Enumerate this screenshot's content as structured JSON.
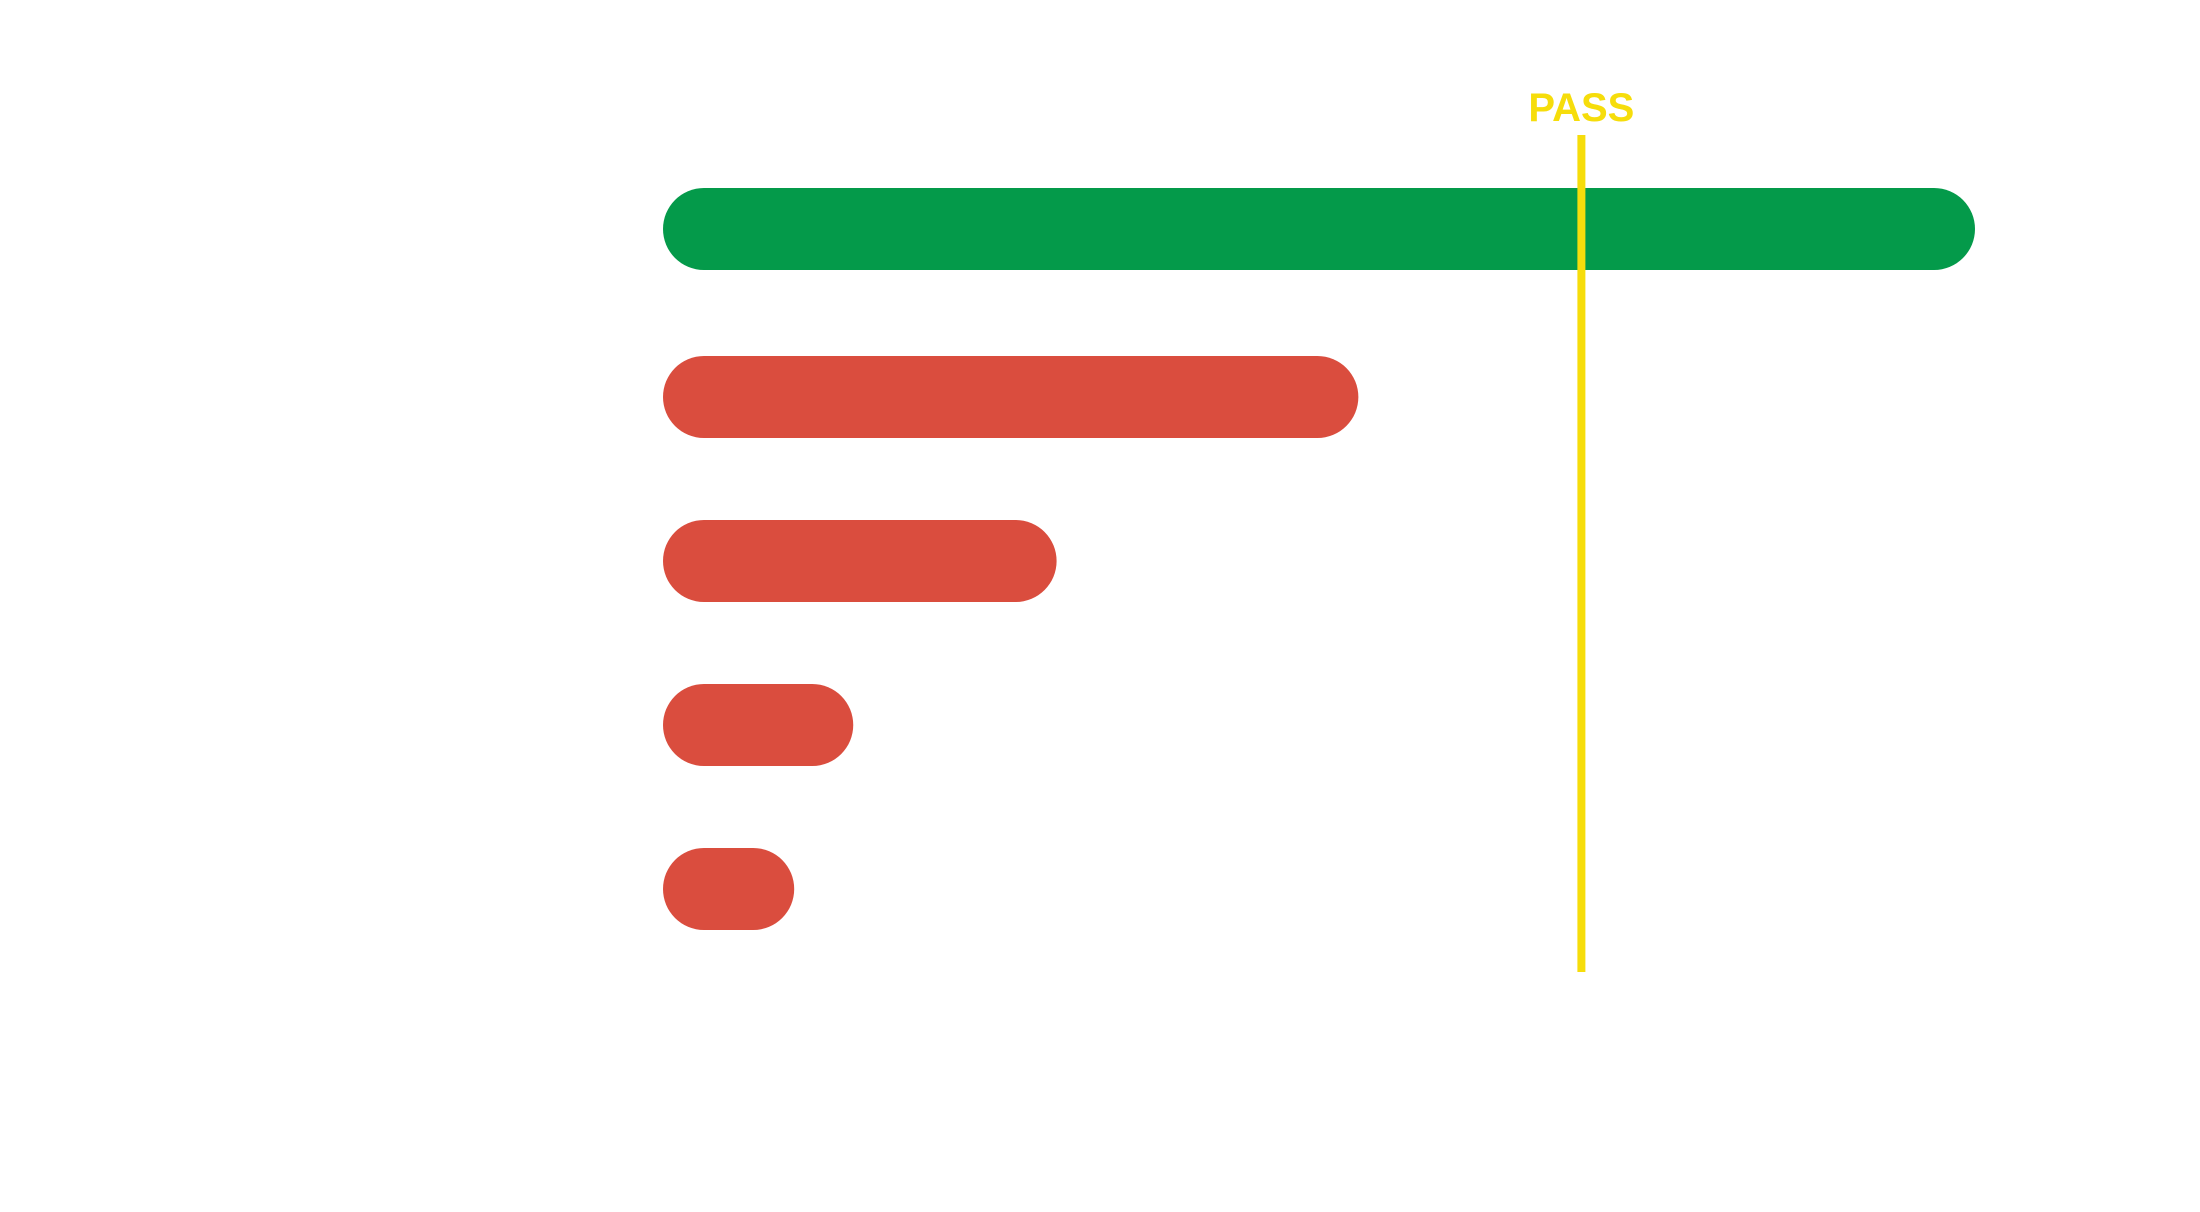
{
  "chart_data": {
    "type": "bar",
    "orientation": "horizontal",
    "categories": [
      "",
      "",
      "",
      "",
      ""
    ],
    "values": [
      100,
      53,
      30,
      14.5,
      10
    ],
    "xlim": [
      0,
      100
    ],
    "threshold": {
      "label": "PASS",
      "value": 70
    },
    "colors": {
      "pass": "#049A4A",
      "fail": "#DA4D3E",
      "threshold": "#F6DD0B"
    },
    "title": "",
    "xlabel": "",
    "ylabel": "",
    "grid": false,
    "legend": "none"
  }
}
